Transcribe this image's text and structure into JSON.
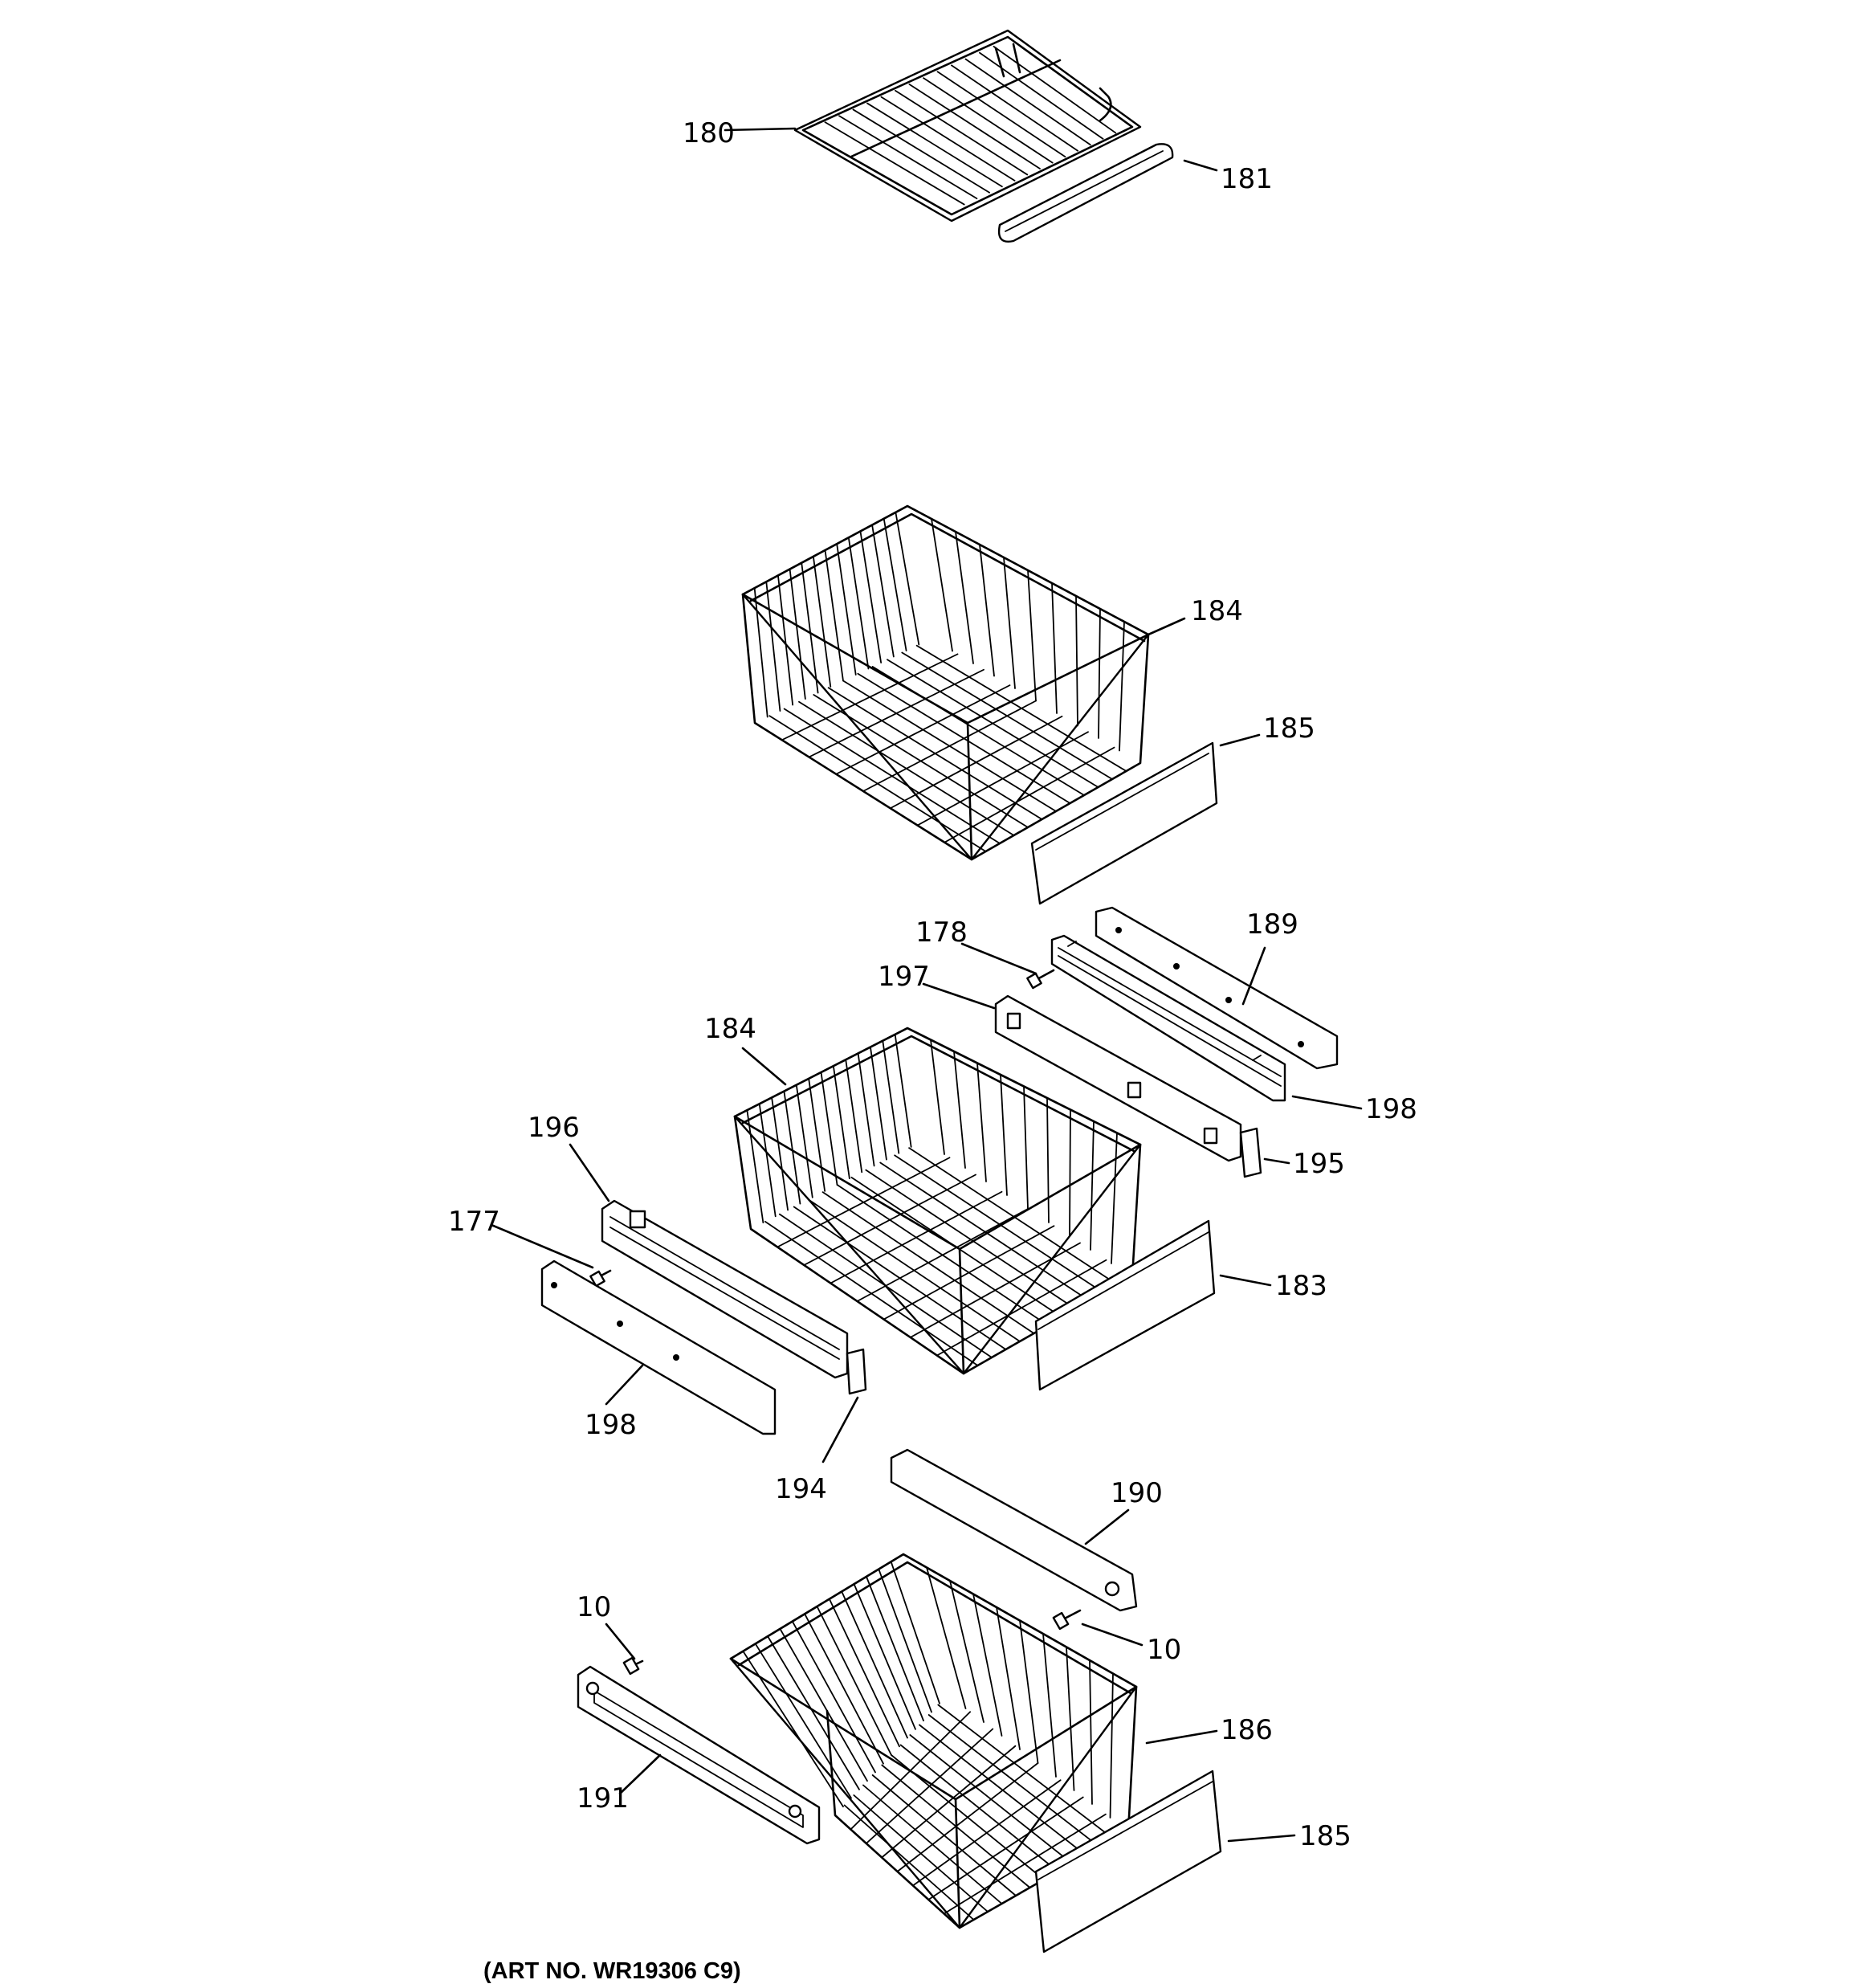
{
  "callouts": {
    "c180": "180",
    "c181": "181",
    "c184_top": "184",
    "c185_top": "185",
    "c189": "189",
    "c178": "178",
    "c197": "197",
    "c184_mid": "184",
    "c198_right": "198",
    "c195": "195",
    "c196": "196",
    "c177": "177",
    "c183": "183",
    "c198_left": "198",
    "c194": "194",
    "c190": "190",
    "c10_left": "10",
    "c10_right": "10",
    "c186": "186",
    "c191": "191",
    "c185_bottom": "185"
  },
  "art_number": "(ART NO. WR19306 C9)"
}
